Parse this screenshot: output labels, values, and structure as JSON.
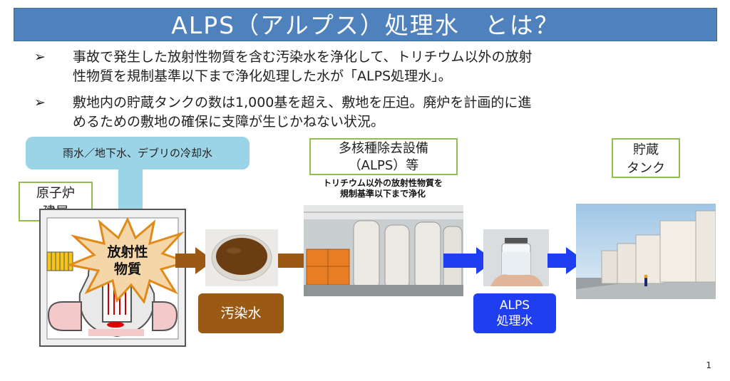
{
  "title": "ALPS（アルプス）処理水　とは？",
  "bullets": [
    {
      "marker": "➢",
      "lines": [
        "事故で発生した放射性物質を含む汚染水を浄化して、トリチウム以外の放射",
        "性物質を規制基準以下まで浄化処理した水が「ALPS処理水」。"
      ]
    },
    {
      "marker": "➢",
      "lines": [
        "敷地内の貯蔵タンクの数は1,000基を超え、敷地を圧迫。廃炉を計画的に進",
        "めるための敷地の確保に支障が生じかねない状況。"
      ]
    }
  ],
  "labels": {
    "rain_water": "雨水／地下水、デブリの冷却水",
    "reactor_building": [
      "原子炉",
      "建屋"
    ],
    "radioactive": [
      "放射性",
      "物質"
    ],
    "contaminated_water": "汚染水",
    "alps_facility": [
      "多核種除去設備",
      "（ALPS）等"
    ],
    "alps_caption": [
      "トリチウム以外の放射性物質を",
      "規制基準以下まで浄化"
    ],
    "treated_water": [
      "ALPS",
      "処理水"
    ],
    "storage_tank": [
      "貯蔵",
      "タンク"
    ]
  },
  "colors": {
    "title_bg": "#4f81bd",
    "contaminated": "#9b5a14",
    "treated": "#1f3ef0",
    "pill": "#9bd4e6",
    "label_border": "#8fbf4f"
  },
  "page_number": "1"
}
